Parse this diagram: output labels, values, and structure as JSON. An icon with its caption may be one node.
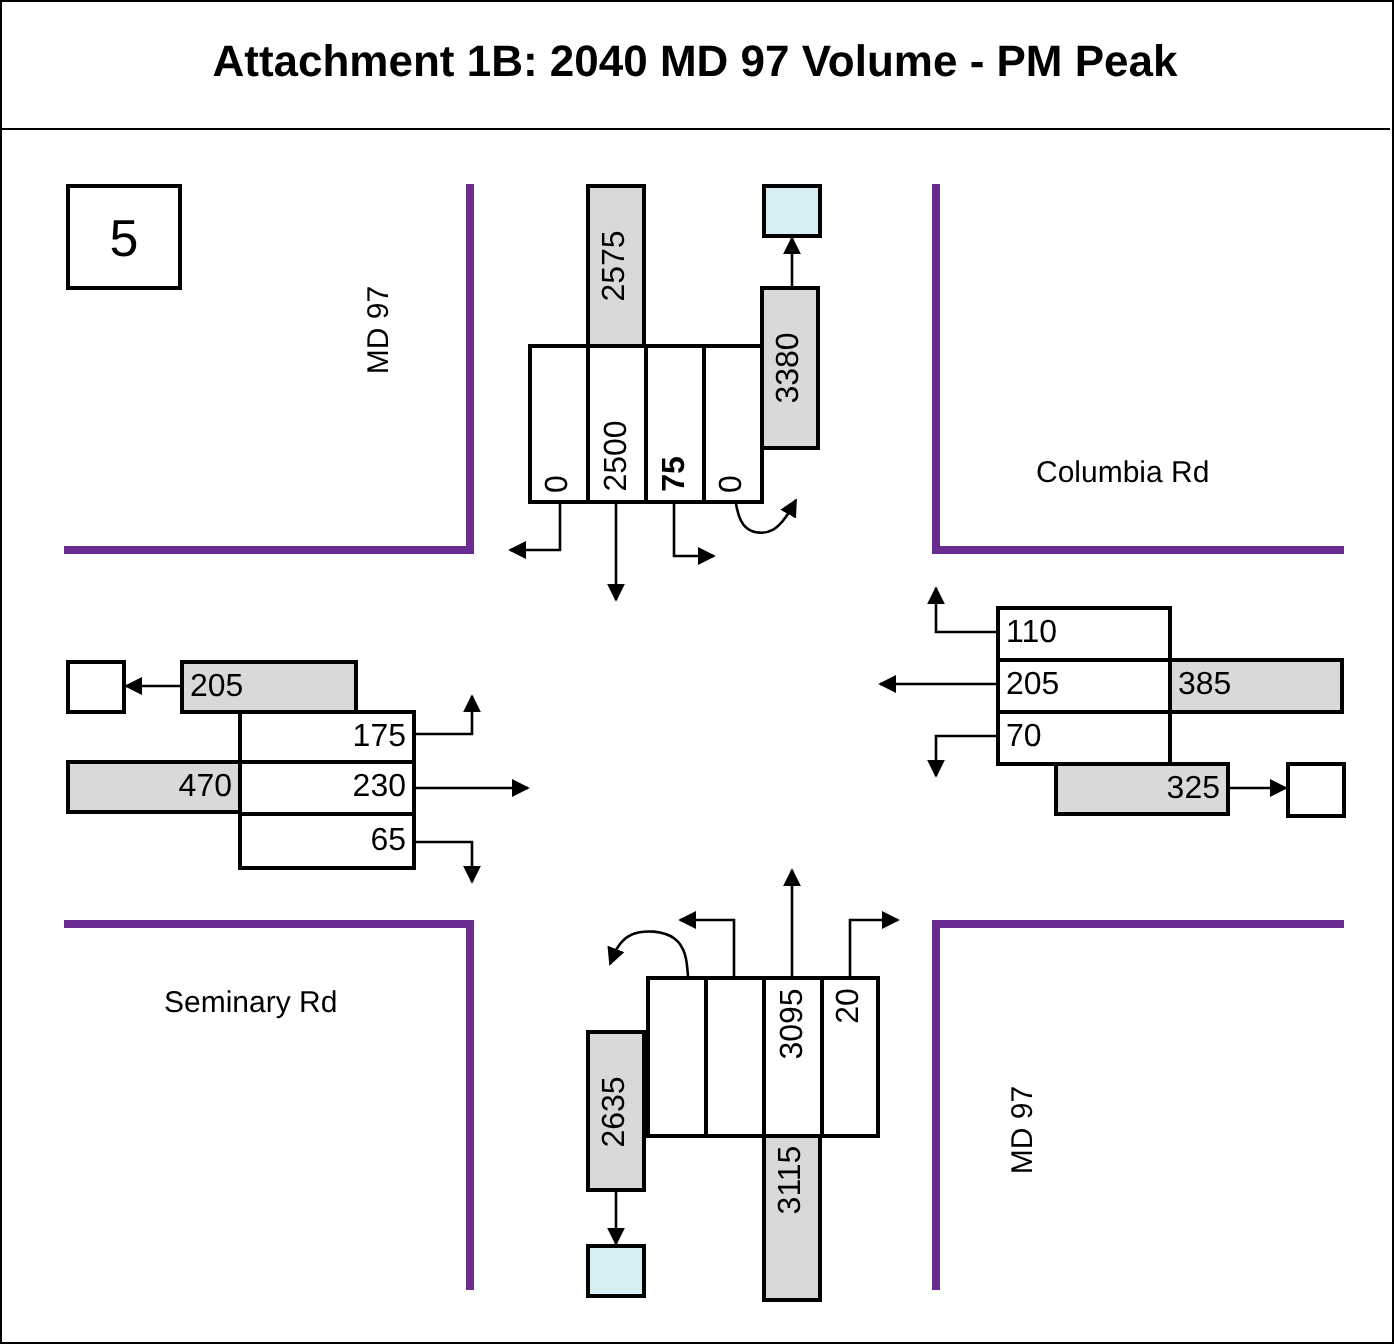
{
  "diagram": {
    "title": "Attachment 1B: 2040 MD 97 Volume - PM Peak",
    "nodes": [
      {
        "text": [
          "5"
        ]
      },
      {
        "text": [
          "2575"
        ]
      },
      {
        "text": [
          "3380"
        ]
      },
      {
        "text": [],
        "shape": "box"
      },
      {
        "text": [
          "0"
        ]
      },
      {
        "text": [
          "2500"
        ]
      },
      {
        "text": [
          "75"
        ]
      },
      {
        "text": [
          "0"
        ]
      },
      {
        "text": [
          "205"
        ]
      },
      {
        "text": [],
        "shape": "box"
      },
      {
        "text": [
          "175"
        ]
      },
      {
        "text": [
          "470"
        ]
      },
      {
        "text": [
          "230"
        ]
      },
      {
        "text": [
          "65"
        ]
      },
      {
        "text": [
          "110"
        ]
      },
      {
        "text": [
          "205"
        ]
      },
      {
        "text": [
          "385"
        ]
      },
      {
        "text": [
          "70"
        ]
      },
      {
        "text": [
          "325"
        ]
      },
      {
        "text": [],
        "shape": "box"
      },
      {
        "text": [],
        "shape": "box"
      },
      {
        "text": [],
        "shape": "box"
      },
      {
        "text": [
          "3095"
        ]
      },
      {
        "text": [
          "20"
        ]
      },
      {
        "text": [
          "2635"
        ]
      },
      {
        "text": [
          "3115"
        ]
      },
      {
        "text": [],
        "shape": "box"
      }
    ],
    "edges": [
      {
        "from": 2,
        "to": 3,
        "arrow": "to"
      },
      {
        "from": 4,
        "to": null,
        "arrow": "to"
      },
      {
        "from": 5,
        "to": null,
        "arrow": "to"
      },
      {
        "from": 6,
        "to": null,
        "arrow": "to"
      },
      {
        "from": 7,
        "to": null,
        "arrow": "to"
      },
      {
        "from": 8,
        "to": 9,
        "arrow": "to"
      },
      {
        "from": 10,
        "to": null,
        "arrow": "to"
      },
      {
        "from": 12,
        "to": null,
        "arrow": "to"
      },
      {
        "from": 13,
        "to": null,
        "arrow": "to"
      },
      {
        "from": 14,
        "to": null,
        "arrow": "to"
      },
      {
        "from": 15,
        "to": null,
        "arrow": "to"
      },
      {
        "from": 17,
        "to": null,
        "arrow": "to"
      },
      {
        "from": 18,
        "to": 19,
        "arrow": "to"
      },
      {
        "from": 20,
        "to": null,
        "arrow": "to"
      },
      {
        "from": 21,
        "to": null,
        "arrow": "to"
      },
      {
        "from": 22,
        "to": null,
        "arrow": "to"
      },
      {
        "from": 23,
        "to": null,
        "arrow": "to"
      },
      {
        "from": 24,
        "to": 26,
        "arrow": "to"
      }
    ],
    "labels": [
      "MD 97",
      "Columbia Rd",
      "Seminary Rd",
      "MD 97"
    ]
  }
}
